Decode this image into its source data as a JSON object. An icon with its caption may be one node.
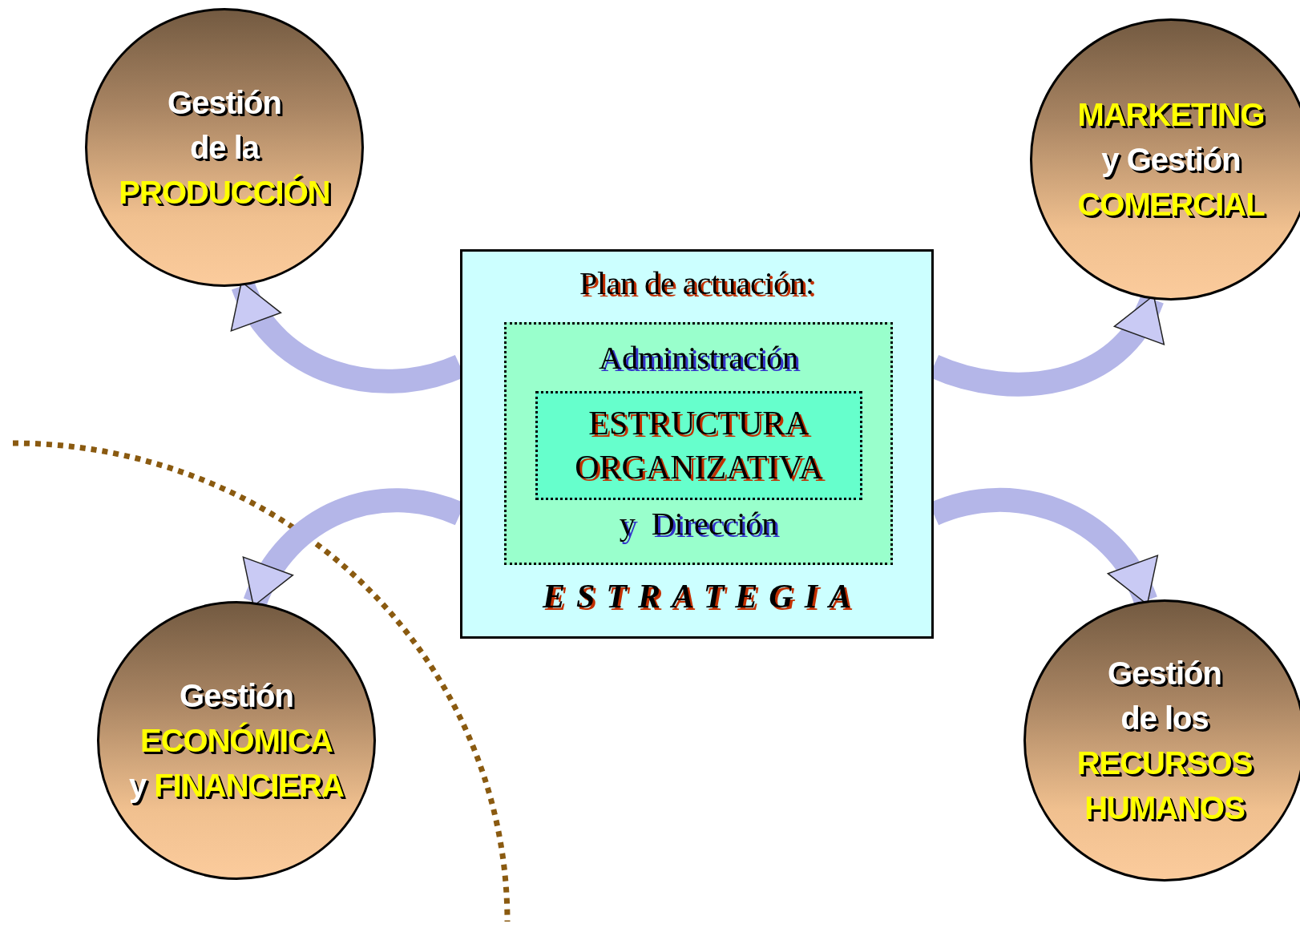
{
  "diagram": {
    "nodes": [
      {
        "text": [
          "Gestión",
          "de la",
          "PRODUCCIÓN"
        ]
      },
      {
        "text": [
          "MARKETING",
          "y Gestión",
          "COMERCIAL"
        ]
      },
      {
        "text": [
          "Plan de actuación:",
          "ESTRATEGIA"
        ]
      },
      {
        "text": [
          "Administración",
          "y  Dirección"
        ],
        "in": 2
      },
      {
        "text": [
          "ESTRUCTURA ORGANIZATIVA"
        ],
        "in": 3
      },
      {
        "text": [
          "Gestión",
          "ECONÓMICA",
          "y",
          "FINANCIERA"
        ]
      },
      {
        "text": [
          "Gestión",
          "de los",
          "RECURSOS HUMANOS"
        ]
      }
    ],
    "edges": [
      {
        "from": 2,
        "to": 0,
        "arrow": "to"
      },
      {
        "from": 2,
        "to": 1,
        "arrow": "to"
      },
      {
        "from": 2,
        "to": 5,
        "arrow": "to"
      },
      {
        "from": 2,
        "to": 6,
        "arrow": "to"
      }
    ]
  }
}
